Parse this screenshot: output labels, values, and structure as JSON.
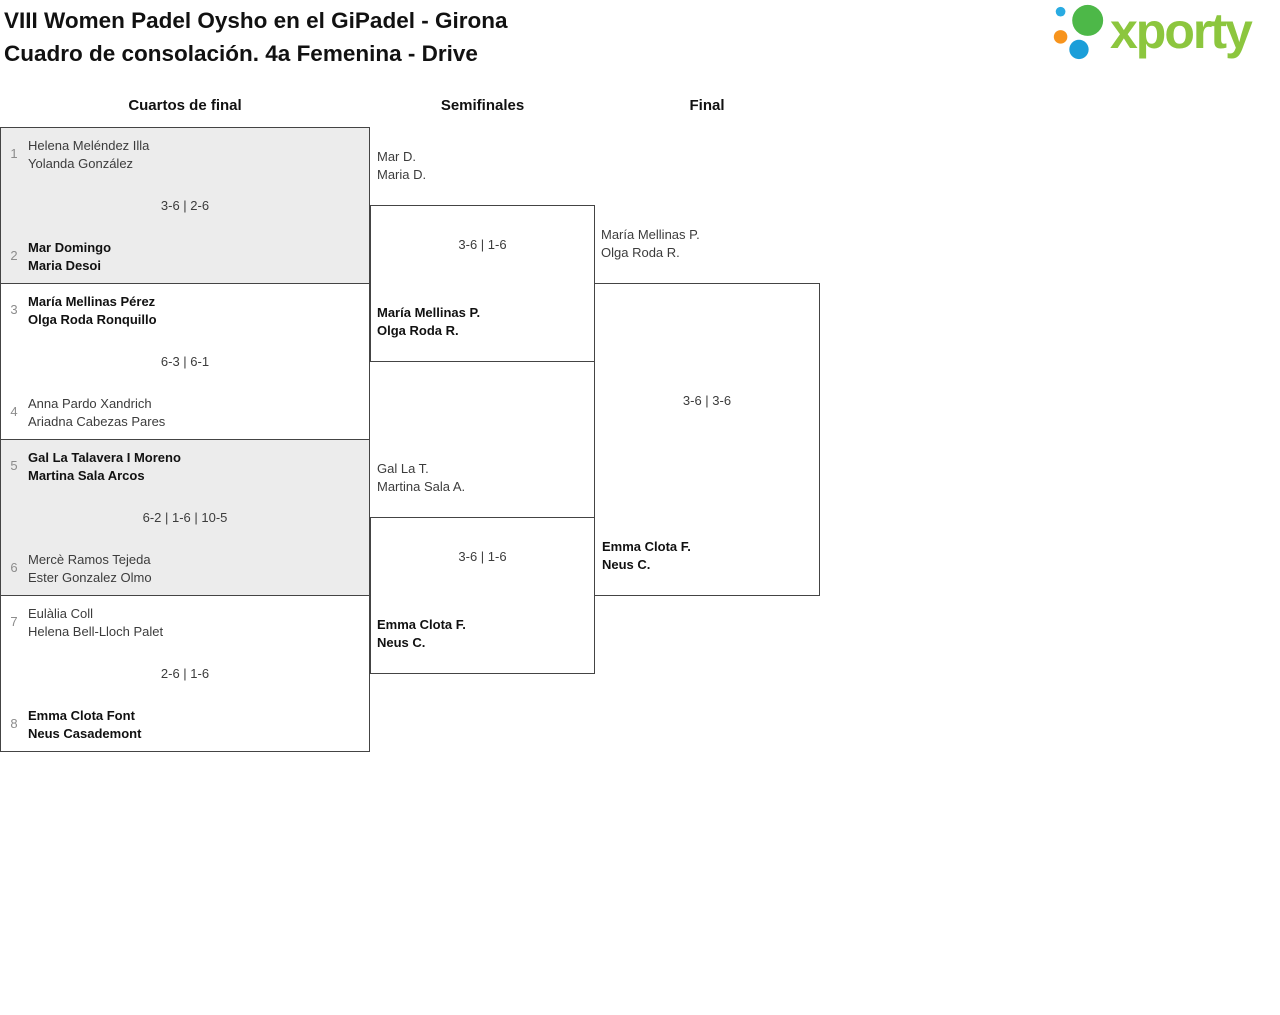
{
  "header": {
    "title_line1": "VIII Women Padel Oysho en el GiPadel - Girona",
    "title_line2": "Cuadro de consolación. 4a Femenina - Drive"
  },
  "logo": {
    "wordmark": "xporty"
  },
  "round_headers": {
    "quarterfinals": "Cuartos de final",
    "semifinals": "Semifinales",
    "final": "Final"
  },
  "bracket": {
    "quarterfinals": [
      {
        "seed_top": "1",
        "top_name1": "Helena Meléndez Illa",
        "top_name2": "Yolanda González",
        "score": "3-6 | 2-6",
        "seed_bottom": "2",
        "bottom_name1": "Mar Domingo",
        "bottom_name2": "Maria Desoi",
        "winner": "bottom"
      },
      {
        "seed_top": "3",
        "top_name1": "María Mellinas Pérez",
        "top_name2": "Olga Roda Ronquillo",
        "score": "6-3 | 6-1",
        "seed_bottom": "4",
        "bottom_name1": "Anna Pardo Xandrich",
        "bottom_name2": "Ariadna Cabezas Pares",
        "winner": "top"
      },
      {
        "seed_top": "5",
        "top_name1": "Gal La Talavera I Moreno",
        "top_name2": "Martina Sala Arcos",
        "score": "6-2 | 1-6 | 10-5",
        "seed_bottom": "6",
        "bottom_name1": "Mercè Ramos Tejeda",
        "bottom_name2": "Ester Gonzalez Olmo",
        "winner": "top"
      },
      {
        "seed_top": "7",
        "top_name1": "Eulàlia Coll",
        "top_name2": "Helena Bell-Lloch Palet",
        "score": "2-6 | 1-6",
        "seed_bottom": "8",
        "bottom_name1": "Emma Clota Font",
        "bottom_name2": "Neus Casademont",
        "winner": "bottom"
      }
    ],
    "semifinals": [
      {
        "top_name1": "Mar D.",
        "top_name2": "Maria D.",
        "score": "3-6 | 1-6",
        "bottom_name1": "María Mellinas P.",
        "bottom_name2": "Olga Roda R.",
        "winner": "bottom"
      },
      {
        "top_name1": "Gal La T.",
        "top_name2": "Martina Sala A.",
        "score": "3-6 | 1-6",
        "bottom_name1": "Emma Clota F.",
        "bottom_name2": "Neus C.",
        "winner": "bottom"
      }
    ],
    "final": {
      "top_name1": "María Mellinas P.",
      "top_name2": "Olga Roda R.",
      "score": "3-6 | 3-6",
      "bottom_name1": "Emma Clota F.",
      "bottom_name2": "Neus C.",
      "winner": "bottom"
    }
  },
  "colors": {
    "border": "#444444",
    "match_shaded": "#ececec",
    "text": "#3c3c3c",
    "text_strong": "#111111",
    "seed": "#8c8c8c",
    "logo_green": "#8cc63e",
    "dot_green": "#4db848",
    "dot_blue": "#1b9ed9",
    "dot_blue_light": "#29abe2",
    "dot_orange": "#f7941d"
  }
}
